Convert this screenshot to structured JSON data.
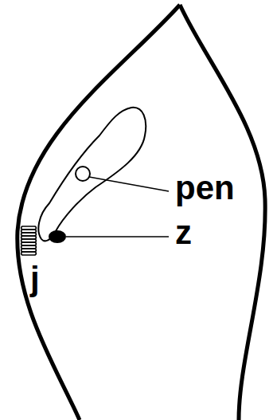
{
  "diagram": {
    "labels": [
      "pen",
      "z",
      "j"
    ]
  }
}
